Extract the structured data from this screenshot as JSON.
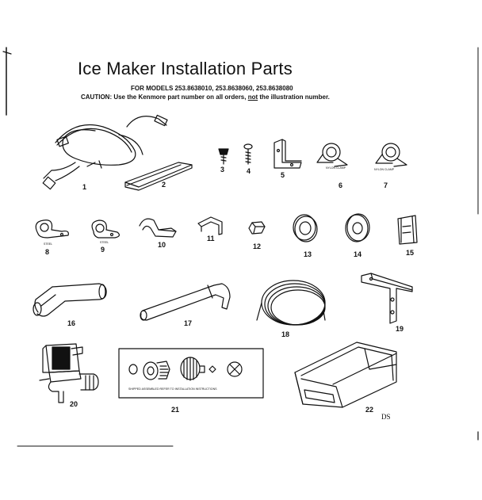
{
  "header": {
    "title": "Ice Maker Installation Parts",
    "models": "FOR MODELS 253.8638010, 253.8638060, 253.8638080",
    "caution_prefix": "CAUTION: Use the Kenmore part number on all orders,",
    "caution_not": "not",
    "caution_suffix": "the illustration number."
  },
  "parts": [
    {
      "number": "1",
      "icon": "wire-harness-icon"
    },
    {
      "number": "2",
      "icon": "grommet-strip-icon"
    },
    {
      "number": "3",
      "icon": "screw-icon"
    },
    {
      "number": "4",
      "icon": "screw-icon"
    },
    {
      "number": "5",
      "icon": "bracket-icon"
    },
    {
      "number": "6",
      "icon": "clamp-icon",
      "caption": "NYLON CLAMP"
    },
    {
      "number": "7",
      "icon": "clamp-icon",
      "caption": "NYLON CLAMP"
    },
    {
      "number": "8",
      "icon": "clamp-icon",
      "caption": "STEEL"
    },
    {
      "number": "9",
      "icon": "clamp-icon",
      "caption": "STEEL"
    },
    {
      "number": "10",
      "icon": "clip-icon"
    },
    {
      "number": "11",
      "icon": "clip-icon"
    },
    {
      "number": "12",
      "icon": "nut-icon"
    },
    {
      "number": "13",
      "icon": "washer-icon"
    },
    {
      "number": "14",
      "icon": "washer-icon"
    },
    {
      "number": "15",
      "icon": "plate-icon"
    },
    {
      "number": "16",
      "icon": "fill-tube-icon"
    },
    {
      "number": "17",
      "icon": "fill-tube-icon"
    },
    {
      "number": "18",
      "icon": "water-line-coil-icon"
    },
    {
      "number": "19",
      "icon": "bracket-icon"
    },
    {
      "number": "20",
      "icon": "water-valve-icon"
    },
    {
      "number": "21",
      "icon": "fitting-panel-icon",
      "caption": "SHIPPED ASSEMBLED  REFER TO INSTALLATION INSTRUCTIONS"
    },
    {
      "number": "22",
      "icon": "ice-bucket-icon"
    }
  ],
  "mark": "DS"
}
